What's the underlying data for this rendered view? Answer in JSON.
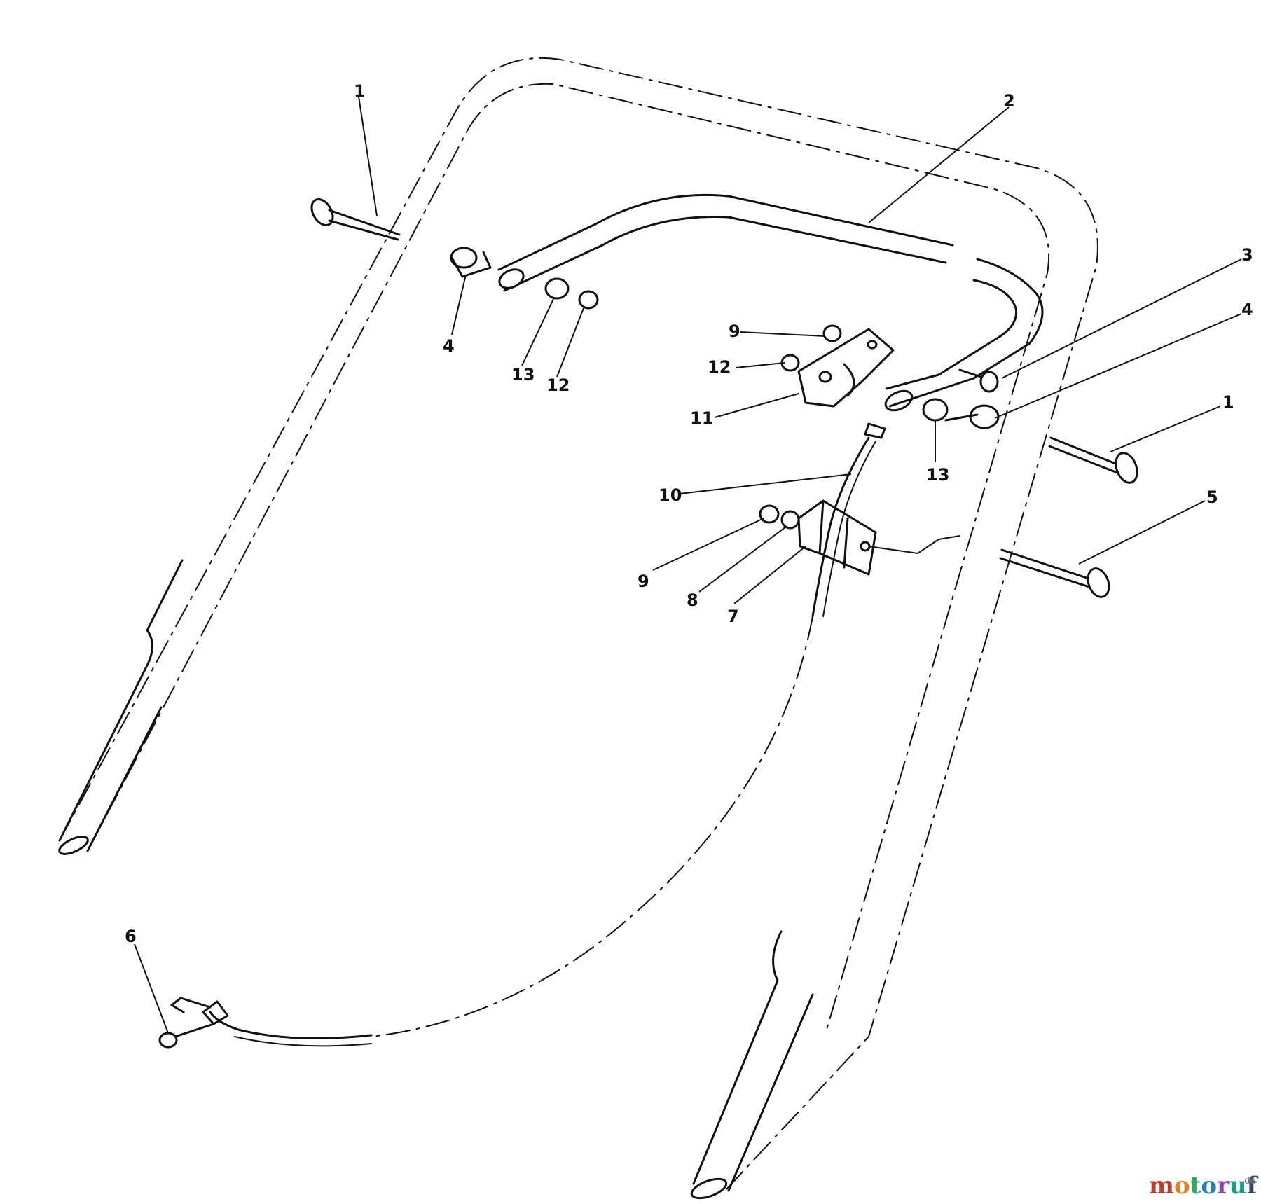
{
  "callouts": [
    {
      "id": "c1a",
      "label": "1"
    },
    {
      "id": "c2",
      "label": "2"
    },
    {
      "id": "c3",
      "label": "3"
    },
    {
      "id": "c4a",
      "label": "4"
    },
    {
      "id": "c4b",
      "label": "4"
    },
    {
      "id": "c1b",
      "label": "1"
    },
    {
      "id": "c5",
      "label": "5"
    },
    {
      "id": "c6",
      "label": "6"
    },
    {
      "id": "c7",
      "label": "7"
    },
    {
      "id": "c8",
      "label": "8"
    },
    {
      "id": "c9a",
      "label": "9"
    },
    {
      "id": "c9b",
      "label": "9"
    },
    {
      "id": "c10",
      "label": "10"
    },
    {
      "id": "c11",
      "label": "11"
    },
    {
      "id": "c12a",
      "label": "12"
    },
    {
      "id": "c12b",
      "label": "12"
    },
    {
      "id": "c13a",
      "label": "13"
    },
    {
      "id": "c13b",
      "label": "13"
    }
  ],
  "watermark": {
    "letters": [
      "m",
      "o",
      "t",
      "o",
      "r",
      "u",
      "f"
    ],
    "letter_colors": [
      "#c0392b",
      "#e67e22",
      "#27ae60",
      "#2980b9",
      "#8e44ad",
      "#16a085",
      "#34495e"
    ],
    "suffix": ".de"
  }
}
